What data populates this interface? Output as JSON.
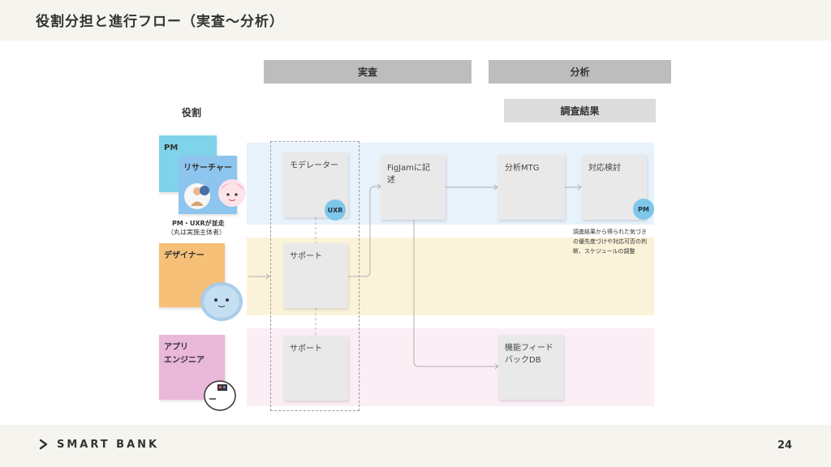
{
  "slide": {
    "title": "役割分担と進行フロー（実査〜分析）",
    "page_number": "24",
    "brand": "SMART BANK"
  },
  "columns": {
    "fieldwork": "実査",
    "analysis": "分析",
    "results": "調査結果"
  },
  "roles": {
    "header": "役割",
    "pm": "PM",
    "researcher": "リサーチャー",
    "pair_caption_line1": "PM・UXRが並走",
    "pair_caption_line2": "（丸は実施主体者）",
    "designer": "デザイナー",
    "app_engineer_line1": "アプリ",
    "app_engineer_line2": "エンジニア"
  },
  "cards": {
    "moderator": "モデレーター",
    "support_designer": "サポート",
    "support_engineer": "サポート",
    "figjam_line1": "FigJamに記",
    "figjam_line2": "述",
    "analysis_mtg": "分析MTG",
    "countermeasure": "対応検討",
    "feedback_db_line1": "機能フィード",
    "feedback_db_line2": "バックDB"
  },
  "badges": {
    "uxr": "UXR",
    "pm": "PM"
  },
  "notes": {
    "line1": "調査結果から得られた気づき",
    "line2": "の優先度づけや対応可否の判",
    "line3": "断、スケジュールの調整"
  },
  "colors": {
    "lane_blue": "#e8f2fb",
    "lane_yellow": "#fbf3d9",
    "lane_pink": "#fbeef5",
    "sticky_pm": "#7fd3ea",
    "sticky_researcher": "#8ec5ee",
    "sticky_designer": "#f6c078",
    "sticky_engineer": "#eab8d9",
    "badge": "#7fc7ea",
    "header_gray": "#bdbdbd"
  }
}
